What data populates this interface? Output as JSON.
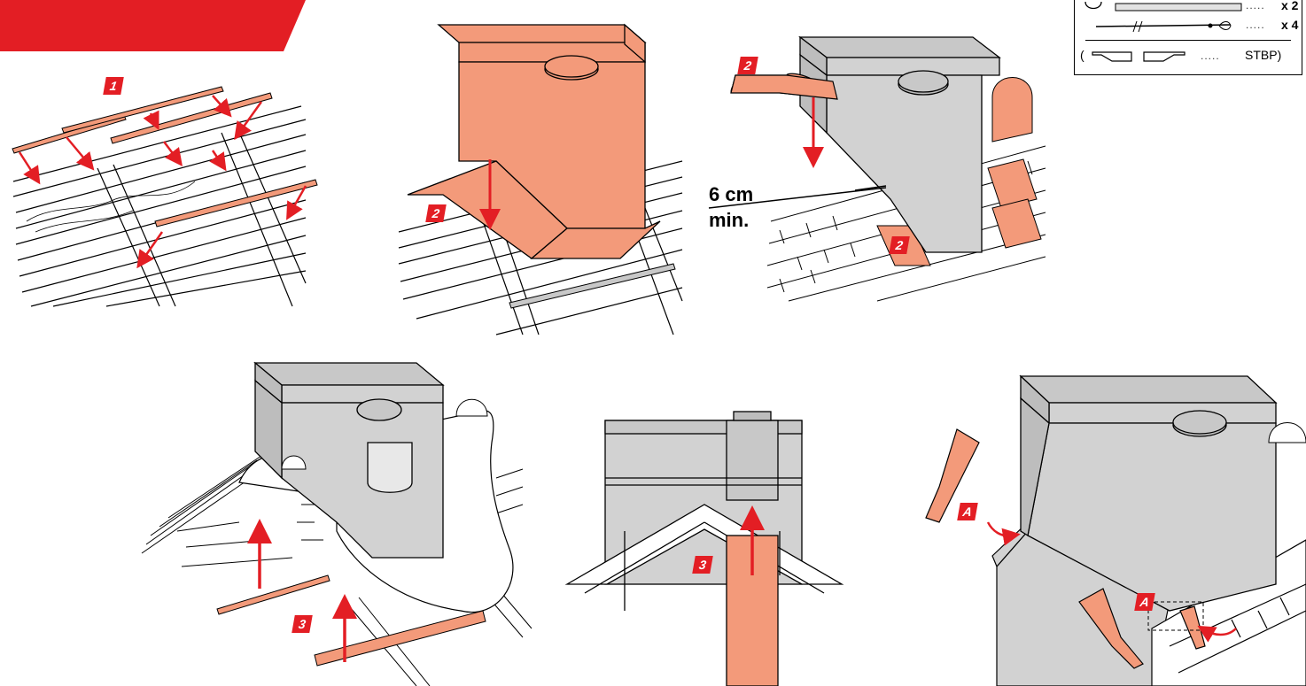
{
  "steps": {
    "panel1": "1",
    "panel2": "2",
    "panel3_top": "2",
    "panel3_bottom": "2",
    "panel4": "3",
    "panel5": "3",
    "panel6_top": "A",
    "panel6_bottom": "A"
  },
  "dimension": {
    "value": "6 cm",
    "qualifier": "min."
  },
  "kit_box": {
    "row1_dots": ".....",
    "row1_qty": "x 2",
    "row2_dots": ".....",
    "row2_qty": "x 4",
    "row3_open": "(",
    "row3_dots": ".....",
    "row3_code": "STBP)"
  },
  "colors": {
    "accent_red": "#e31e24",
    "flashing_orange": "#f39a7a",
    "chimney_grey": "#d2d2d2",
    "chimney_top_grey": "#bdbdbd",
    "line": "#000000"
  }
}
